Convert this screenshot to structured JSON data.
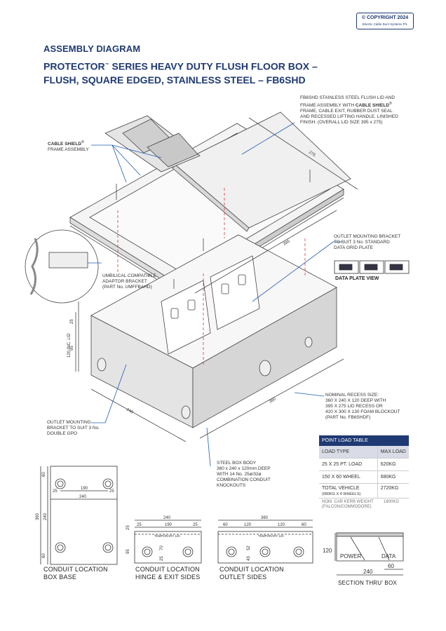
{
  "copyright": {
    "line1": "© COPYRIGHT 2024",
    "line2": "Electric Cable Duct Systems P/L"
  },
  "section_label": "ASSEMBLY DIAGRAM",
  "title": {
    "line1": "PROTECTOR",
    "tm": "™",
    "line1b": " SERIES HEAVY DUTY FLUSH FLOOR BOX –",
    "line2": "FLUSH, SQUARE EDGED, STAINLESS STEEL – FB6SHD"
  },
  "callouts": {
    "lid_1": "FB6SHD STAINLESS STEEL FLUSH LID AND",
    "lid_2a": "FRAME ASSEMBLY WITH ",
    "lid_2b": "CABLE SHIELD",
    "lid_2c": "®",
    "lid_3": "FRAME, CABLE EXIT, RUBBER DUST SEAL",
    "lid_4": "AND RECESSED LIFTING HANDLE. LINISHED",
    "lid_5": "FINISH. (OVERALL LID SIZE 395 x 275)",
    "frame_1a": "CABLE SHIELD",
    "frame_1b": "®",
    "frame_2": "FRAME ASSEMBLY",
    "bracket_1": "OUTLET MOUNTING BRACKET",
    "bracket_2": "TO SUIT 3 No. STANDARD",
    "bracket_3": "DATA GRID PLATE",
    "data_plate": "DATA PLATE VIEW",
    "umbilical_1": "UMBILICAL COMPATIBLE",
    "umbilical_2": "ADAPTOR BRACKET",
    "umbilical_3": "(PART No. UMFFBAHD)",
    "recess_1": "NOMINAL RECESS SIZE:",
    "recess_2": "360 X 240 X 120 DEEP WITH",
    "recess_3": "395 X 275 LID RECESS OR",
    "recess_4": "420 X 300 X 130 FOAM BLOCKOUT",
    "recess_5": "(PART No. FB6SHDF)",
    "outlet_1": "OUTLET MOUNTING",
    "outlet_2": "BRACKET TO SUIT 3 No.",
    "outlet_3": "DOUBLE GPO",
    "body_1": "STEEL BOX BODY",
    "body_2": "360 x 240 x 120mm DEEP",
    "body_3": "WITH 14 No. 25ø/32ø",
    "body_4": "COMBINATION CONDUIT",
    "body_5": "KNOCKOUTS"
  },
  "iso_dims": {
    "d275": "275",
    "d395": "395",
    "d25": "25",
    "d95": "95",
    "inc_lid": "120 INC. LID",
    "d240": "240",
    "d360": "360"
  },
  "load_table": {
    "title": "POINT LOAD TABLE",
    "col1": "LOAD TYPE",
    "col2": "MAX LOAD",
    "rows": [
      {
        "type": "25 X 25 PT. LOAD",
        "max": "620KG"
      },
      {
        "type": "150 X 60 WHEEL",
        "max": "680KG"
      }
    ],
    "total_a": "TOTAL VEHICLE",
    "total_b": "(680KG X 4 WHEELS)",
    "total_max": "2720KG",
    "foot_a": "NOM. CAR KERB WEIGHT",
    "foot_b": "(FALCON/COMMODORE)",
    "foot_max": "1800KG"
  },
  "views": {
    "base": {
      "cap1": "CONDUIT  LOCATION",
      "cap2": "BOX  BASE",
      "d60a": "60",
      "d60b": "60",
      "d25a": "25",
      "d25b": "25",
      "d190": "190",
      "d240": "240",
      "d360": "360",
      "d240v": "240"
    },
    "hinge": {
      "cap1": "CONDUIT  LOCATION",
      "cap2": "HINGE & EXIT SIDES",
      "d240": "240",
      "d25a": "25",
      "d190": "190",
      "d25b": "25",
      "d25v": "25",
      "d95": "95",
      "d70": "70",
      "d25c": "25",
      "temp": "TEMPORARY LID"
    },
    "outlet": {
      "cap1": "CONDUIT  LOCATION",
      "cap2": "OUTLET SIDES",
      "d360": "360",
      "d60a": "60",
      "d120a": "120",
      "d120b": "120",
      "d60b": "60",
      "d52": "52",
      "d43": "43",
      "temp": "TEMPORARY LID"
    },
    "section": {
      "cap": "SECTION THRU' BOX",
      "d120": "120",
      "d240": "240",
      "d60": "60",
      "power": "POWER",
      "data": "DATA"
    }
  }
}
